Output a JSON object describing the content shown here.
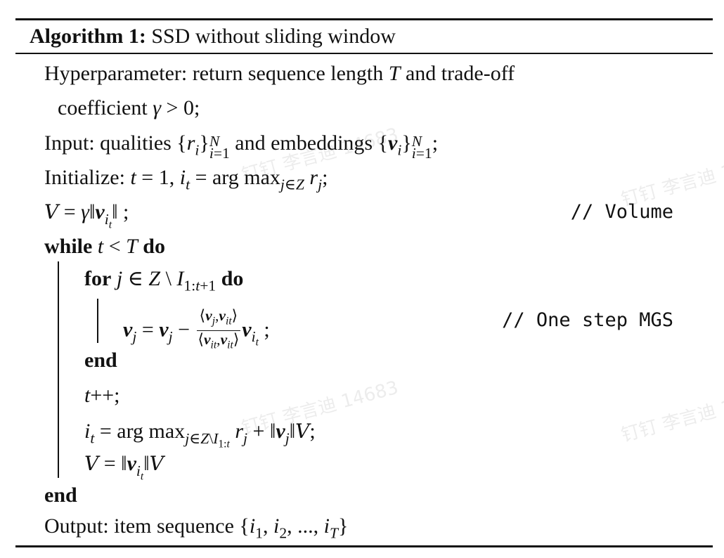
{
  "title": {
    "label": "Algorithm 1:",
    "name": "SSD without sliding window"
  },
  "watermark": "钉钉 李言迪 14683",
  "lines": [
    {
      "id": "hyperparameter",
      "segs": [
        {
          "t": "Hyperparameter: return sequence length "
        },
        {
          "t": "T",
          "s": "i"
        },
        {
          "t": " and trade-off"
        }
      ]
    },
    {
      "id": "hyperparameter-cont",
      "segs": [
        {
          "t": "coefficient "
        },
        {
          "t": "γ",
          "s": "i"
        },
        {
          "t": " > 0;"
        }
      ]
    },
    {
      "id": "input",
      "segs": [
        {
          "t": "Input: qualities {"
        },
        {
          "t": "r",
          "s": "i"
        },
        {
          "sub": [
            {
              "t": "i",
              "s": "i"
            }
          ]
        },
        {
          "t": "}"
        },
        {
          "subsup": {
            "sup": [
              {
                "t": "N",
                "s": "i"
              }
            ],
            "sub": [
              {
                "t": "i",
                "s": "i"
              },
              {
                "t": "=1"
              }
            ]
          }
        },
        {
          "t": " and embeddings {"
        },
        {
          "t": "v",
          "s": "bi"
        },
        {
          "sub": [
            {
              "t": "i",
              "s": "i"
            }
          ]
        },
        {
          "t": "}"
        },
        {
          "subsup": {
            "sup": [
              {
                "t": "N",
                "s": "i"
              }
            ],
            "sub": [
              {
                "t": "i",
                "s": "i"
              },
              {
                "t": "=1"
              }
            ]
          }
        },
        {
          "t": ";"
        }
      ]
    },
    {
      "id": "initialize",
      "segs": [
        {
          "t": "Initialize: "
        },
        {
          "t": "t",
          "s": "i"
        },
        {
          "t": " = 1, "
        },
        {
          "t": "i",
          "s": "i"
        },
        {
          "sub": [
            {
              "t": "t",
              "s": "i"
            }
          ]
        },
        {
          "t": " = arg max"
        },
        {
          "sub": [
            {
              "t": "j",
              "s": "i"
            },
            {
              "t": "∈"
            },
            {
              "t": "Z",
              "s": "i"
            }
          ]
        },
        {
          "t": " "
        },
        {
          "t": "r",
          "s": "i"
        },
        {
          "sub": [
            {
              "t": "j",
              "s": "i"
            }
          ]
        },
        {
          "t": ";"
        }
      ]
    },
    {
      "id": "volume-init",
      "segs": [
        {
          "t": "V",
          "s": "cal"
        },
        {
          "t": " = "
        },
        {
          "t": "γ",
          "s": "i"
        },
        {
          "t": "‖"
        },
        {
          "t": "v",
          "s": "bi"
        },
        {
          "sub": [
            {
              "t": "i",
              "s": "i"
            },
            {
              "sub": [
                {
                  "t": "t",
                  "s": "i"
                }
              ]
            }
          ]
        },
        {
          "t": "‖ ;"
        }
      ],
      "comment": "// Volume"
    },
    {
      "id": "while",
      "segs": [
        {
          "t": "while",
          "s": "b"
        },
        {
          "t": " "
        },
        {
          "t": "t",
          "s": "i"
        },
        {
          "t": " < "
        },
        {
          "t": "T",
          "s": "i"
        },
        {
          "t": " "
        },
        {
          "t": "do",
          "s": "b"
        }
      ]
    },
    {
      "id": "for",
      "segs": [
        {
          "t": "for",
          "s": "b"
        },
        {
          "t": " "
        },
        {
          "t": "j",
          "s": "i"
        },
        {
          "t": " ∈ "
        },
        {
          "t": "Z",
          "s": "i"
        },
        {
          "t": " \\ "
        },
        {
          "t": "I",
          "s": "i"
        },
        {
          "sub": [
            {
              "t": "1:"
            },
            {
              "t": "t",
              "s": "i"
            },
            {
              "t": "+1"
            }
          ]
        },
        {
          "t": " "
        },
        {
          "t": "do",
          "s": "b"
        }
      ]
    },
    {
      "id": "mgs",
      "segs": [
        {
          "t": "v",
          "s": "bi"
        },
        {
          "sub": [
            {
              "t": "j",
              "s": "i"
            }
          ]
        },
        {
          "t": " = "
        },
        {
          "t": "v",
          "s": "bi"
        },
        {
          "sub": [
            {
              "t": "j",
              "s": "i"
            }
          ]
        },
        {
          "t": " − "
        },
        {
          "frac": {
            "num": [
              {
                "t": "⟨"
              },
              {
                "t": "v",
                "s": "bi"
              },
              {
                "sub": [
                  {
                    "t": "j",
                    "s": "i"
                  }
                ]
              },
              {
                "t": ","
              },
              {
                "t": "v",
                "s": "bi"
              },
              {
                "sub": [
                  {
                    "t": "it",
                    "s": "i"
                  }
                ]
              },
              {
                "t": "⟩"
              }
            ],
            "den": [
              {
                "t": "⟨"
              },
              {
                "t": "v",
                "s": "bi"
              },
              {
                "sub": [
                  {
                    "t": "it",
                    "s": "i"
                  }
                ]
              },
              {
                "t": ","
              },
              {
                "t": "v",
                "s": "bi"
              },
              {
                "sub": [
                  {
                    "t": "it",
                    "s": "i"
                  }
                ]
              },
              {
                "t": "⟩"
              }
            ]
          }
        },
        {
          "t": "v",
          "s": "bi"
        },
        {
          "sub": [
            {
              "t": "i",
              "s": "i"
            },
            {
              "sub": [
                {
                  "t": "t",
                  "s": "i"
                }
              ]
            }
          ]
        },
        {
          "t": " ;"
        }
      ],
      "comment": "// One step MGS"
    },
    {
      "id": "end-for",
      "segs": [
        {
          "t": "end",
          "s": "b"
        }
      ]
    },
    {
      "id": "increment",
      "segs": [
        {
          "t": "t",
          "s": "i"
        },
        {
          "t": "++;"
        }
      ]
    },
    {
      "id": "argmax",
      "segs": [
        {
          "t": "i",
          "s": "i"
        },
        {
          "sub": [
            {
              "t": "t",
              "s": "i"
            }
          ]
        },
        {
          "t": " = arg max"
        },
        {
          "sub": [
            {
              "t": "j",
              "s": "i"
            },
            {
              "t": "∈"
            },
            {
              "t": "Z",
              "s": "i"
            },
            {
              "t": "\\"
            },
            {
              "t": "I",
              "s": "i"
            },
            {
              "sub": [
                {
                  "t": "1:"
                },
                {
                  "t": "t",
                  "s": "i"
                }
              ]
            }
          ]
        },
        {
          "t": " "
        },
        {
          "t": "r",
          "s": "i"
        },
        {
          "sub": [
            {
              "t": "j",
              "s": "i"
            }
          ]
        },
        {
          "t": " + ‖"
        },
        {
          "t": "v",
          "s": "bi"
        },
        {
          "sub": [
            {
              "t": "j",
              "s": "i"
            }
          ]
        },
        {
          "t": "‖"
        },
        {
          "t": "V",
          "s": "cal"
        },
        {
          "t": ";"
        }
      ]
    },
    {
      "id": "volume-update",
      "segs": [
        {
          "t": "V",
          "s": "cal"
        },
        {
          "t": " = ‖"
        },
        {
          "t": "v",
          "s": "bi"
        },
        {
          "sub": [
            {
              "t": "i",
              "s": "i"
            },
            {
              "sub": [
                {
                  "t": "t",
                  "s": "i"
                }
              ]
            }
          ]
        },
        {
          "t": "‖"
        },
        {
          "t": "V",
          "s": "cal"
        }
      ]
    },
    {
      "id": "end-while",
      "segs": [
        {
          "t": "end",
          "s": "b"
        }
      ]
    },
    {
      "id": "output",
      "segs": [
        {
          "t": "Output: item sequence {"
        },
        {
          "t": "i",
          "s": "i"
        },
        {
          "sub": [
            {
              "t": "1"
            }
          ]
        },
        {
          "t": ", "
        },
        {
          "t": "i",
          "s": "i"
        },
        {
          "sub": [
            {
              "t": "2"
            }
          ]
        },
        {
          "t": ", ..., "
        },
        {
          "t": "i",
          "s": "i"
        },
        {
          "sub": [
            {
              "t": "T",
              "s": "i"
            }
          ]
        },
        {
          "t": "}"
        }
      ]
    }
  ]
}
